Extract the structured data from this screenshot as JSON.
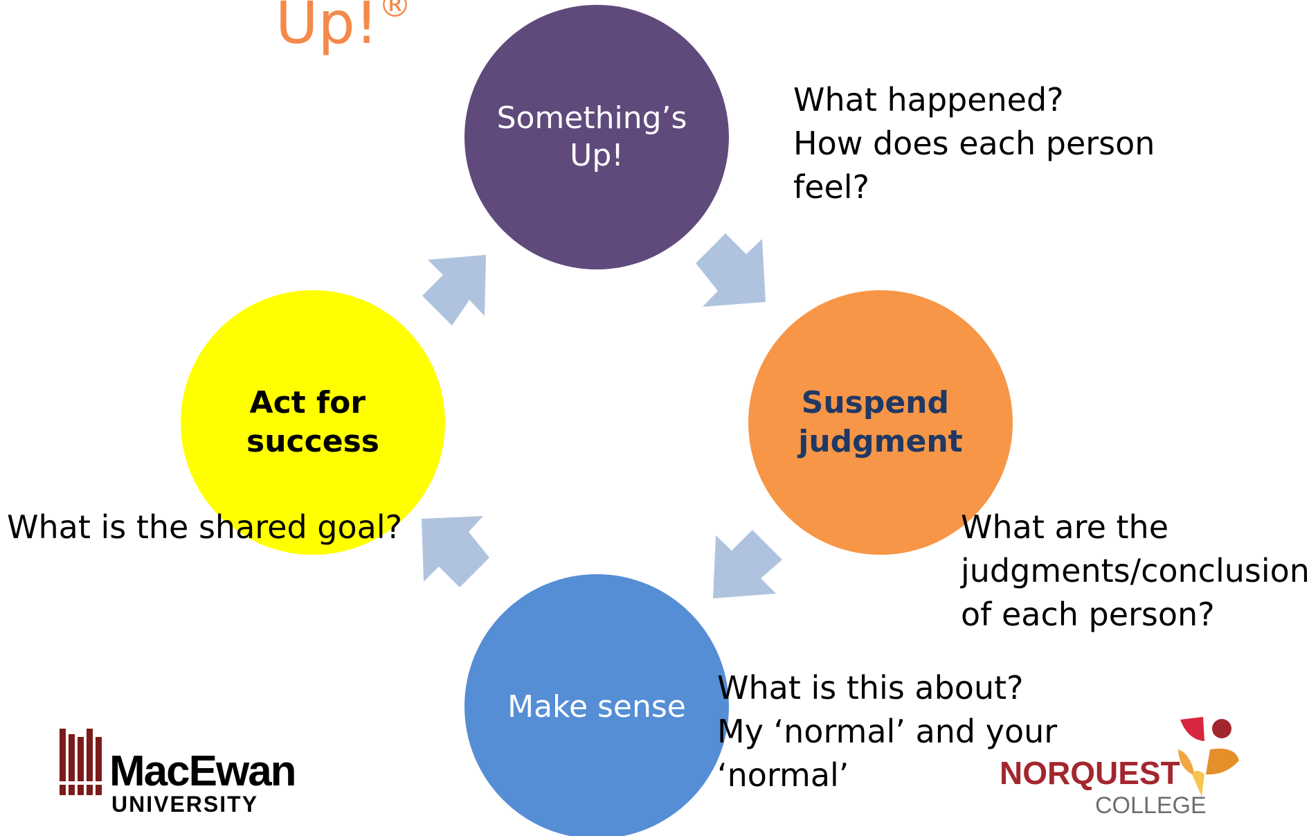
{
  "title": {
    "text": "Up!",
    "mark": "®"
  },
  "colors": {
    "title": "#f4894a",
    "somethings_up": "#604a7b",
    "suspend": "#f79646",
    "make_sense": "#558ed5",
    "act": "#ffff00",
    "arrow": "#b0c3de",
    "suspend_text": "#1f3864"
  },
  "nodes": {
    "top": {
      "lines": [
        "Something’s",
        "Up!"
      ]
    },
    "right": {
      "lines": [
        "Suspend",
        "judgment"
      ]
    },
    "bottom": {
      "lines": [
        "Make sense"
      ]
    },
    "left": {
      "lines": [
        "Act for",
        "success"
      ]
    }
  },
  "questions": {
    "top": [
      "What happened?",
      "How does each person",
      "feel?"
    ],
    "right": [
      "What are the",
      "judgments/conclusions",
      "of each person?"
    ],
    "bottom": [
      "What is this about?",
      "My ‘normal’ and your",
      "‘normal’"
    ],
    "left": [
      "What is the shared goal?"
    ]
  },
  "logos": {
    "macewan": {
      "name": "MacEwan",
      "sub": "UNIVERSITY",
      "color": "#7b1b1b"
    },
    "norquest": {
      "name": "NORQUEST",
      "sub": "COLLEGE",
      "color": "#a3262e",
      "sub_color": "#6d6e71",
      "icon": "flower-logo-icon"
    }
  }
}
